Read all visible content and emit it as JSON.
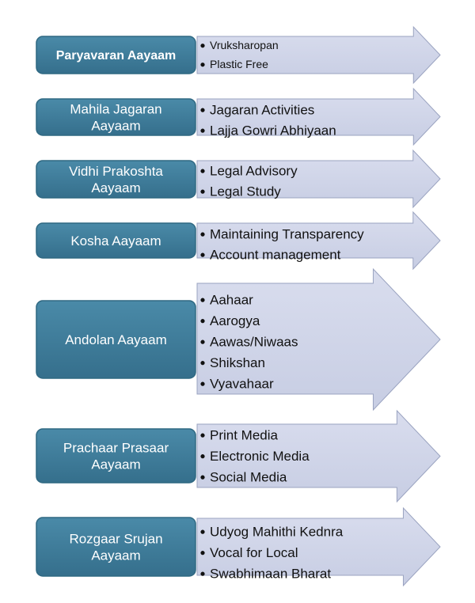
{
  "colors": {
    "box_fill": "#3e7f9e",
    "box_stroke": "#2f6882",
    "arrow_fill": "#cfd4e6",
    "arrow_stroke": "#9aa3c0",
    "text_dark": "#111111",
    "text_light": "#ffffff"
  },
  "rows": [
    {
      "label_lines": [
        "Paryavaran Aayaam"
      ],
      "bold": true,
      "items": [
        "Vruksharopan",
        "Plastic Free"
      ]
    },
    {
      "label_lines": [
        "Mahila Jagaran",
        "Aayaam"
      ],
      "bold": false,
      "items": [
        "Jagaran Activities",
        "Lajja Gowri Abhiyaan"
      ]
    },
    {
      "label_lines": [
        "Vidhi Prakoshta",
        "Aayaam"
      ],
      "bold": false,
      "items": [
        "Legal Advisory",
        "Legal Study"
      ]
    },
    {
      "label_lines": [
        "Kosha Aayaam"
      ],
      "bold": false,
      "items": [
        "Maintaining Transparency",
        "Account management"
      ]
    },
    {
      "label_lines": [
        "Andolan Aayaam"
      ],
      "bold": false,
      "items": [
        "Aahaar",
        "Aarogya",
        "Aawas/Niwaas",
        "Shikshan",
        "Vyavahaar"
      ]
    },
    {
      "label_lines": [
        "Prachaar Prasaar",
        "Aayaam"
      ],
      "bold": false,
      "items": [
        "Print Media",
        "Electronic Media",
        "Social Media"
      ]
    },
    {
      "label_lines": [
        "Rozgaar Srujan",
        "Aayaam"
      ],
      "bold": false,
      "items": [
        "Udyog Mahithi Kednra",
        "Vocal for Local",
        "Swabhimaan Bharat"
      ]
    }
  ]
}
